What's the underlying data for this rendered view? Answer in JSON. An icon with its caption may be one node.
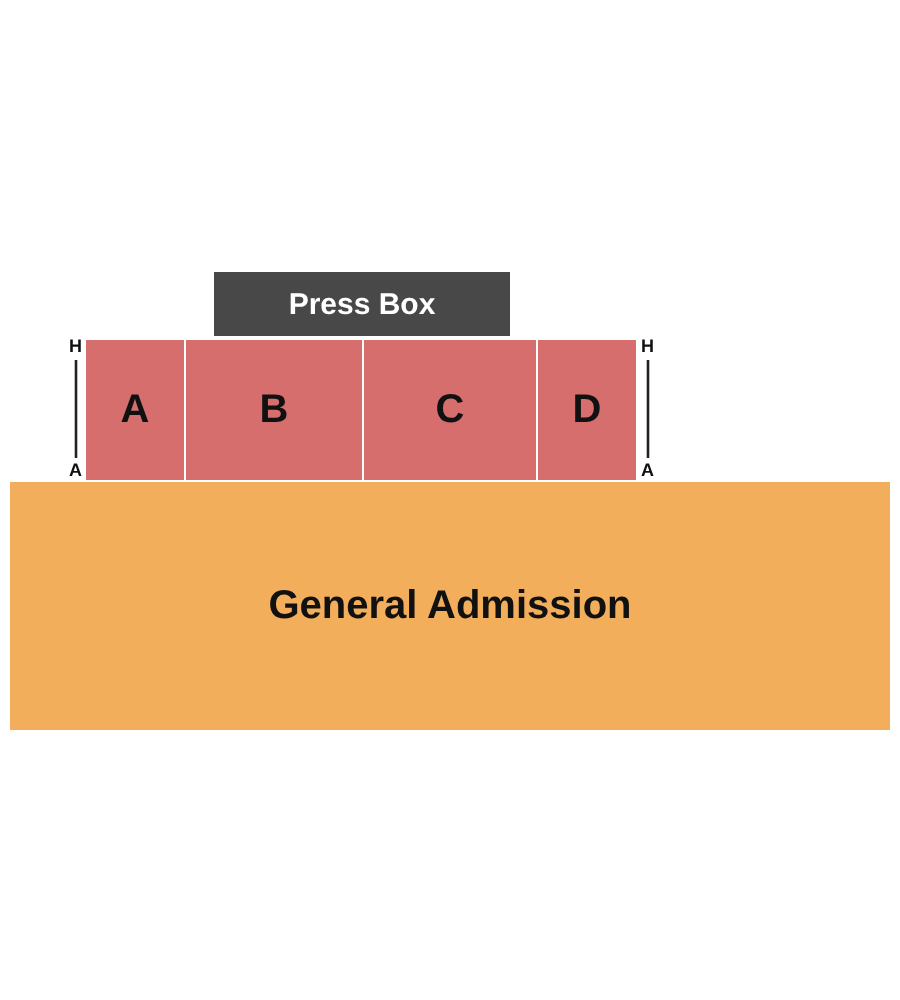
{
  "diagram": {
    "nodes": [
      {
        "text": [
          "Press Box"
        ]
      },
      {
        "text": [
          "A"
        ]
      },
      {
        "text": [
          "B"
        ]
      },
      {
        "text": [
          "C"
        ]
      },
      {
        "text": [
          "D"
        ]
      },
      {
        "text": [
          "General Admission"
        ]
      }
    ],
    "labels": [
      "H",
      "H",
      "A",
      "A"
    ]
  }
}
